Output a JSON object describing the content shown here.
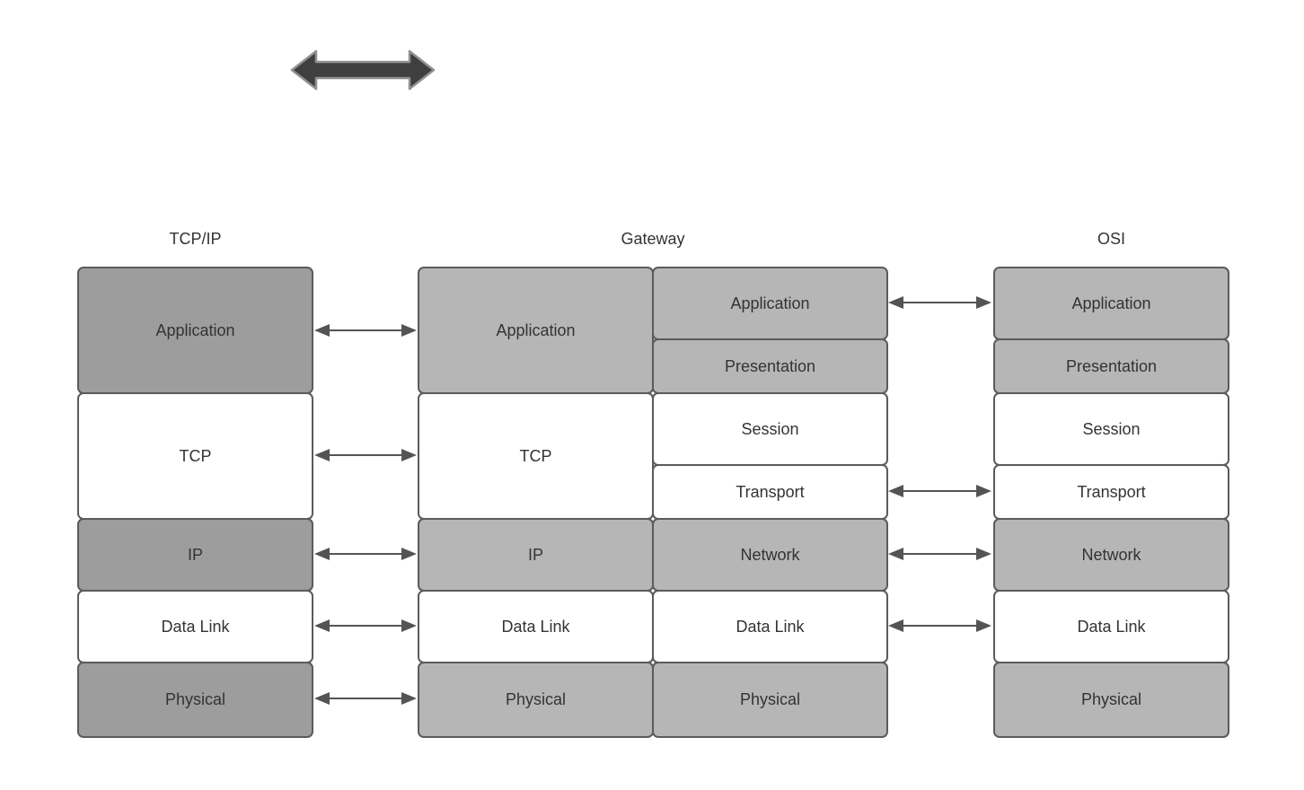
{
  "columns": {
    "tcpip": {
      "label": "TCP/IP",
      "layers": [
        {
          "label": "Application"
        },
        {
          "label": "TCP"
        },
        {
          "label": "IP"
        },
        {
          "label": "Data Link"
        },
        {
          "label": "Physical"
        }
      ]
    },
    "gateway": {
      "label": "Gateway",
      "left_layers": [
        {
          "label": "Application"
        },
        {
          "label": "TCP"
        },
        {
          "label": "IP"
        },
        {
          "label": "Data Link"
        },
        {
          "label": "Physical"
        }
      ],
      "right_layers": [
        {
          "label": "Application"
        },
        {
          "label": "Presentation"
        },
        {
          "label": "Session"
        },
        {
          "label": "Transport"
        },
        {
          "label": "Network"
        },
        {
          "label": "Data Link"
        },
        {
          "label": "Physical"
        }
      ]
    },
    "osi": {
      "label": "OSI",
      "layers": [
        {
          "label": "Application"
        },
        {
          "label": "Presentation"
        },
        {
          "label": "Session"
        },
        {
          "label": "Transport"
        },
        {
          "label": "Network"
        },
        {
          "label": "Data Link"
        },
        {
          "label": "Physical"
        }
      ]
    }
  },
  "colors": {
    "dark_fill": "#9d9d9d",
    "light_fill": "#b6b6b6",
    "white_fill": "#ffffff",
    "border": "#5b5b5b",
    "connector": "#545454",
    "text": "#333333",
    "thick_arrow_fill": "#3f3f3f",
    "thick_arrow_stroke": "#919191",
    "background": "#ffffff"
  }
}
